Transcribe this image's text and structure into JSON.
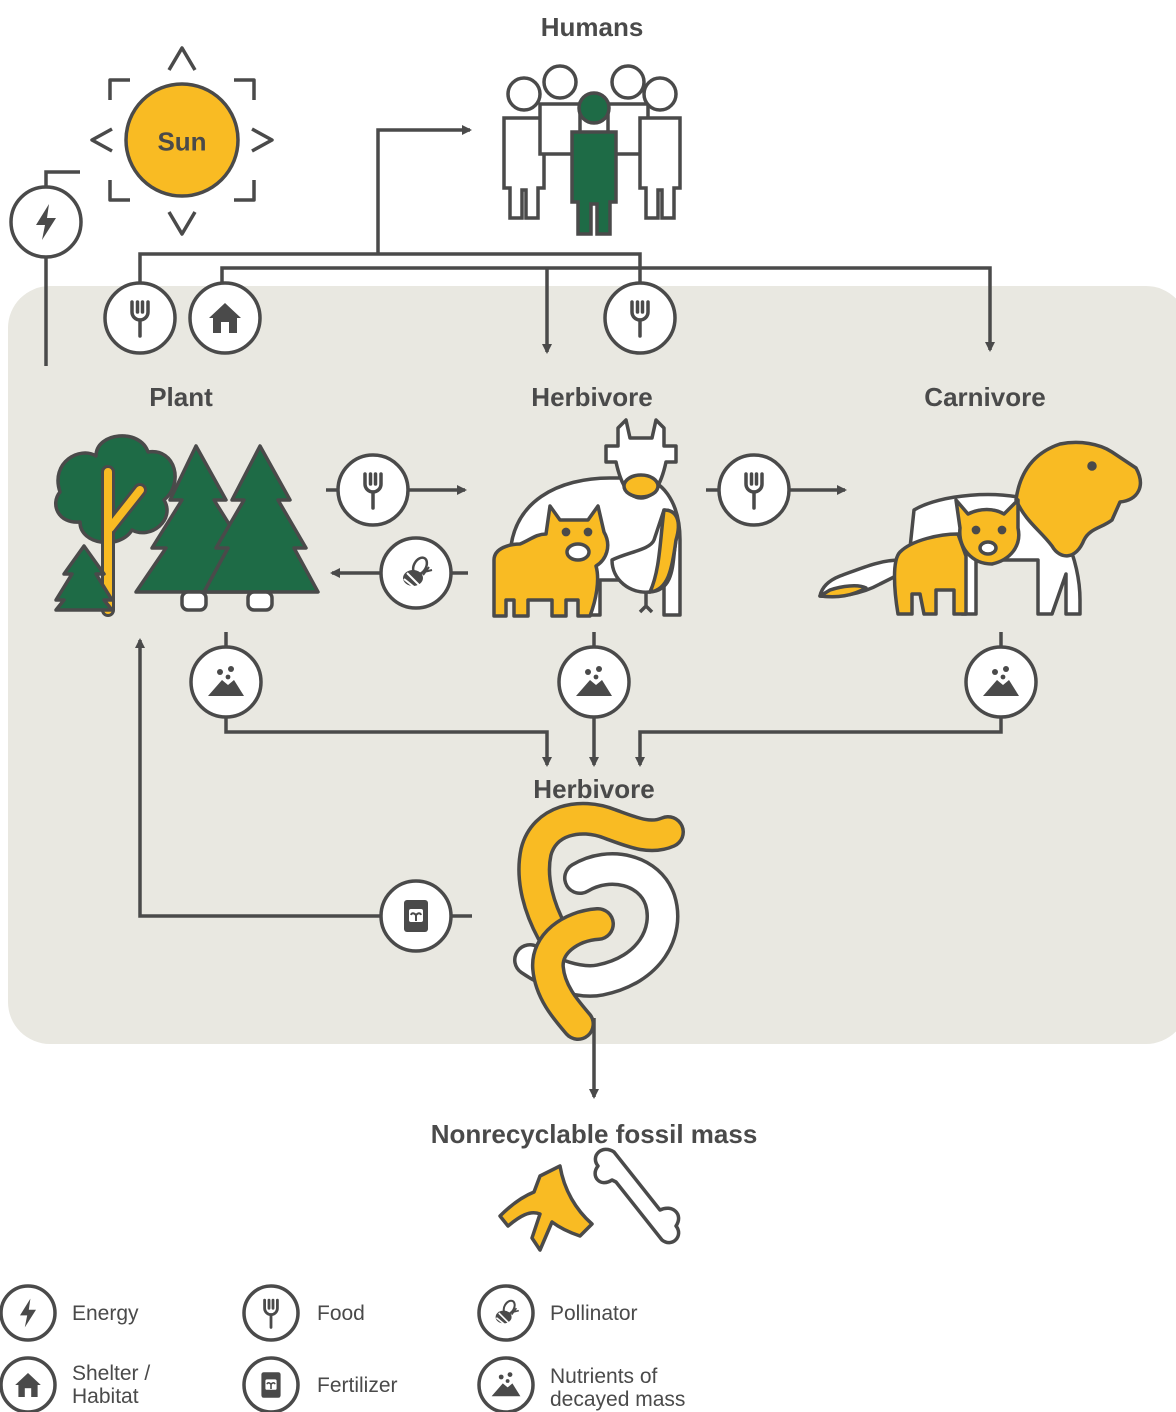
{
  "nodes": {
    "sun": "Sun",
    "humans": "Humans",
    "plant": "Plant",
    "herbivore": "Herbivore",
    "carnivore": "Carnivore",
    "decomposer": "Herbivore",
    "fossil": "Nonrecyclable fossil mass"
  },
  "legend": {
    "energy": "Energy",
    "food": "Food",
    "pollinator": "Pollinator",
    "shelter_line1": "Shelter /",
    "shelter_line2": "Habitat",
    "fertilizer": "Fertilizer",
    "nutrients_line1": "Nutrients of",
    "nutrients_line2": "decayed mass"
  },
  "colors": {
    "background_panel": "#e9e8e1",
    "line": "#4a4a4a",
    "accent_green": "#1e6b46",
    "accent_yellow": "#f9bb23",
    "icon_fill": "#ffffff"
  },
  "icons": [
    "energy-icon",
    "food-icon",
    "pollinator-icon",
    "shelter-icon",
    "fertilizer-icon",
    "nutrients-icon"
  ]
}
